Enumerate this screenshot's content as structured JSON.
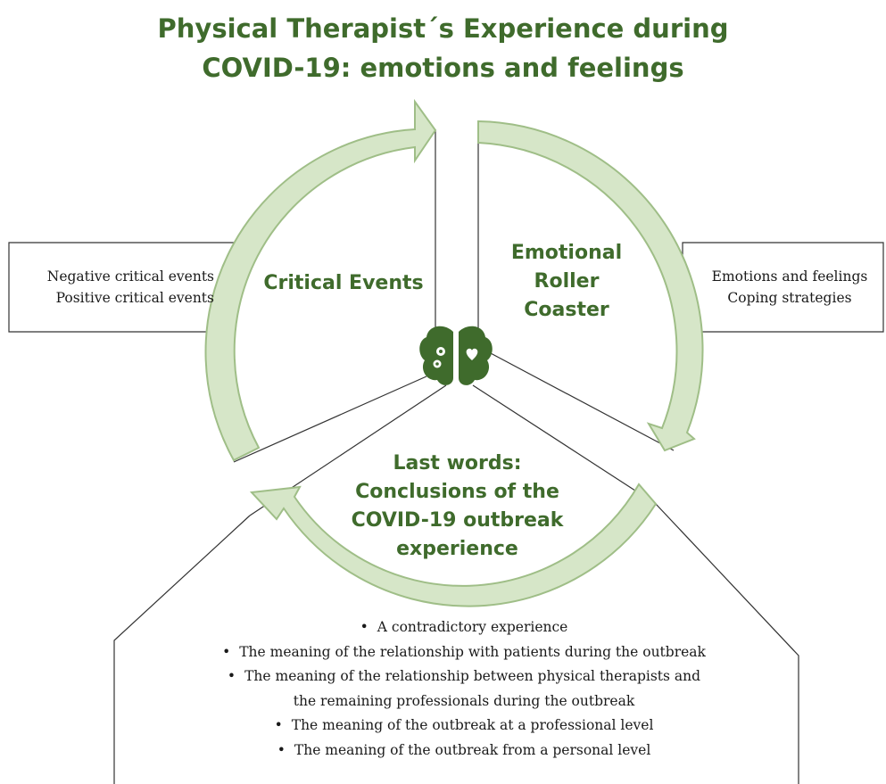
{
  "title": {
    "line1": "Physical Therapist´s Experience during",
    "line2": "COVID-19: emotions and feelings"
  },
  "themes": {
    "critical": {
      "label": "Critical Events"
    },
    "emotional": {
      "line1": "Emotional",
      "line2": "Roller",
      "line3": "Coaster"
    },
    "last": {
      "line1": "Last words:",
      "line2": "Conclusions of the",
      "line3": "COVID-19 outbreak",
      "line4": "experience"
    }
  },
  "left_box": {
    "items": [
      "Negative critical events",
      "Positive critical events"
    ]
  },
  "right_box": {
    "items": [
      "Emotions and feelings",
      "Coping strategies"
    ]
  },
  "bottom_box": {
    "bullet": "•",
    "items": [
      "A contradictory experience",
      "The meaning of the relationship with patients during the outbreak",
      "The meaning of the relationship between physical therapists and",
      "the remaining professionals during the outbreak",
      "The meaning of the outbreak at a professional level",
      "The meaning of the outbreak from a personal level"
    ]
  },
  "colors": {
    "title_green": "#3f6b2c",
    "arrow_fill": "#d6e6c8",
    "arrow_stroke": "#9fbe87",
    "brain_green": "#3f6b2c"
  },
  "icons": [
    "brain-icon",
    "gears-icon",
    "heart-icon"
  ]
}
